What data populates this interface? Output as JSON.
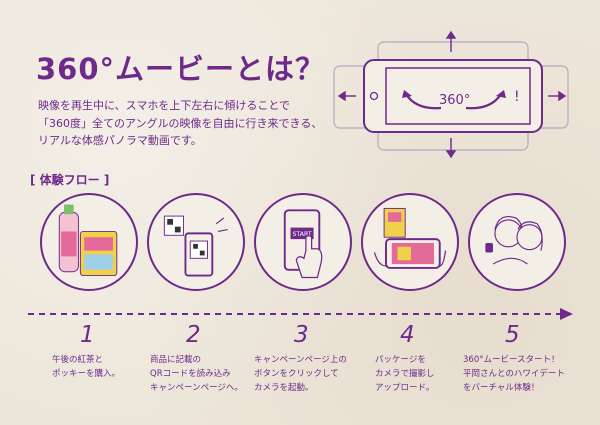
{
  "title": "360°ムービーとは？",
  "description": [
    "映像を再生中に、スマホを上下左右に傾けることで",
    "「360度」全てのアングルの映像を自由に行き来できる、",
    "リアルな体感パノラマ動画です。"
  ],
  "diagram": {
    "label": "360°",
    "exclaim": "!"
  },
  "flow_title": "[ 体験フロー ]",
  "start_label": "START",
  "colors": {
    "accent": "#6d2a8a",
    "pink": "#e46a9a",
    "yellow": "#f0d24a",
    "green": "#7dbf6a"
  },
  "steps": [
    {
      "num": "1",
      "lines": [
        "午後の紅茶と",
        "ポッキーを購入。"
      ]
    },
    {
      "num": "2",
      "lines": [
        "商品に記載の",
        "QRコードを読み込み",
        "キャンペーンページへ。"
      ]
    },
    {
      "num": "3",
      "lines": [
        "キャンペーンページ上の",
        "ボタンをクリックして",
        "カメラを起動。"
      ]
    },
    {
      "num": "4",
      "lines": [
        "パッケージを",
        "カメラで撮影し",
        "アップロード。"
      ]
    },
    {
      "num": "5",
      "lines": [
        "360°ムービースタート！",
        "平岡さんとのハワイデート",
        "をバーチャル体験！"
      ]
    }
  ]
}
